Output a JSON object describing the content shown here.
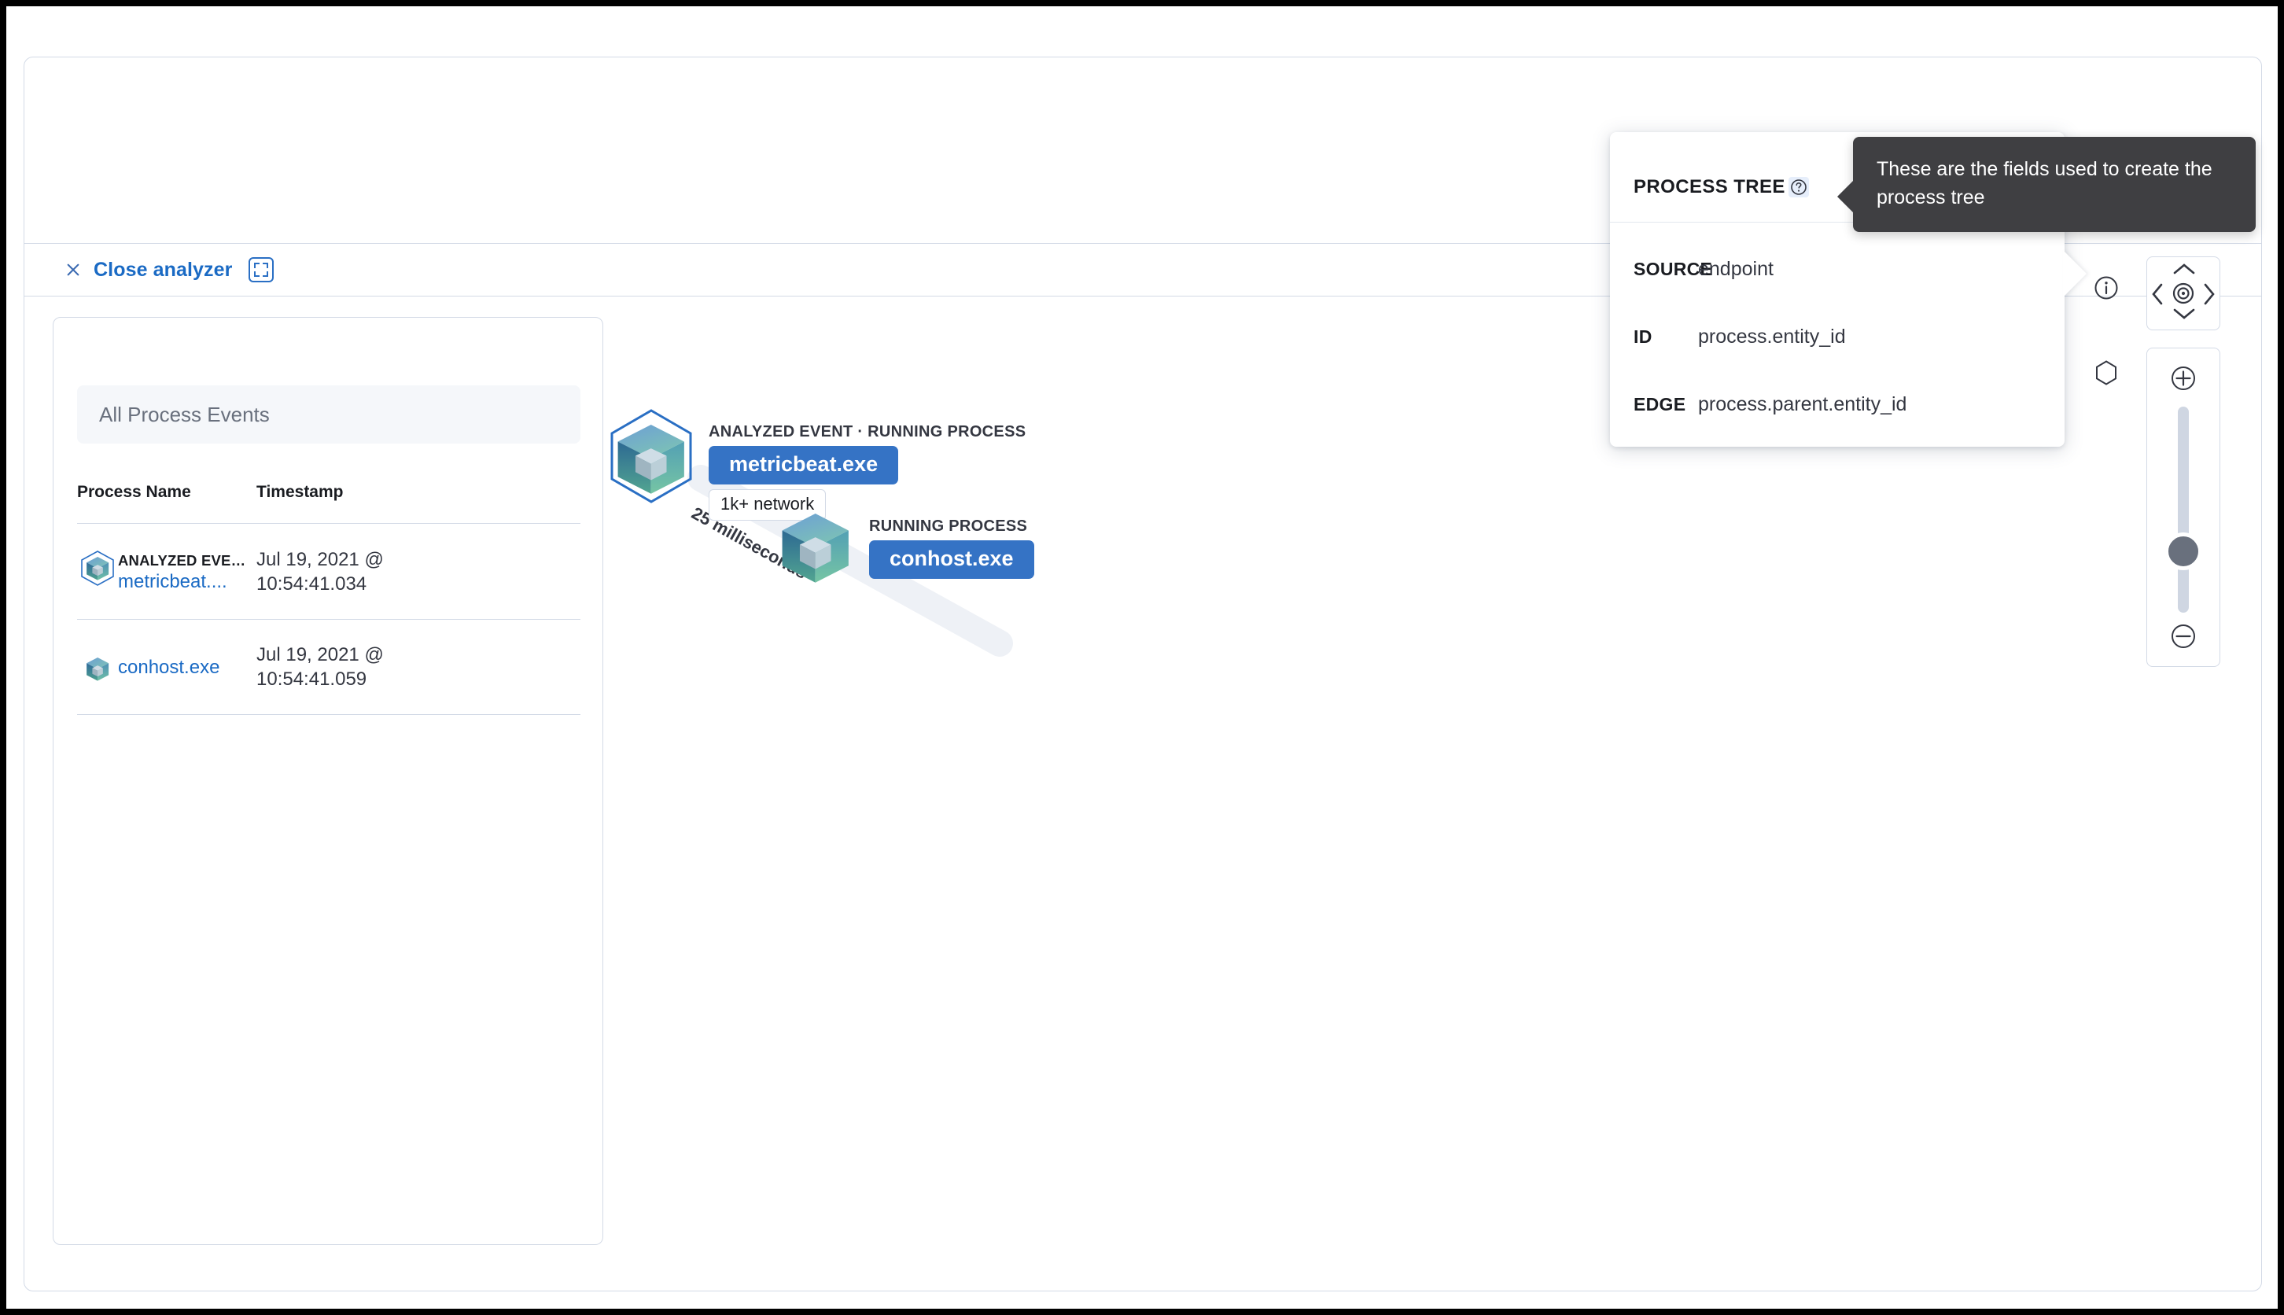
{
  "toolbar": {
    "close_analyzer_label": "Close analyzer",
    "close_icon": "close-icon",
    "fullscreen_icon": "fullscreen-icon"
  },
  "left_panel": {
    "search_placeholder": "All Process Events",
    "columns": [
      "Process Name",
      "Timestamp"
    ],
    "rows": [
      {
        "badge": "ANALYZED EVE…",
        "name": "metricbeat....",
        "timestamp_line1": "Jul 19, 2021 @",
        "timestamp_line2": "10:54:41.034"
      },
      {
        "badge": "",
        "name": "conhost.exe",
        "timestamp_line1": "Jul 19, 2021 @",
        "timestamp_line2": "10:54:41.059"
      }
    ]
  },
  "graph": {
    "nodes": [
      {
        "type_label": "ANALYZED EVENT · RUNNING PROCESS",
        "process_name": "metricbeat.exe",
        "sub_badge": "1k+ network",
        "icon": "process-cube-analyzed-icon"
      },
      {
        "type_label": "RUNNING PROCESS",
        "process_name": "conhost.exe",
        "sub_badge": "",
        "icon": "process-cube-icon"
      }
    ],
    "edge_label": "25 milliseconds"
  },
  "schema_popover": {
    "title": "PROCESS TREE",
    "help_icon": "question-mark-circle-icon",
    "rows": [
      {
        "key": "SOURCE",
        "value": "endpoint"
      },
      {
        "key": "ID",
        "value": "process.entity_id"
      },
      {
        "key": "EDGE",
        "value": "process.parent.entity_id"
      }
    ]
  },
  "tooltip": {
    "text": "These are the fields used to create the process tree"
  },
  "side_icons": [
    {
      "name": "info-circle-icon"
    },
    {
      "name": "hexagon-icon"
    }
  ],
  "controls": {
    "pan": {
      "up_icon": "chevron-up-icon",
      "down_icon": "chevron-down-icon",
      "left_icon": "chevron-left-icon",
      "right_icon": "chevron-right-icon",
      "center_icon": "crosshair-center-icon"
    },
    "zoom": {
      "in_icon": "plus-circle-icon",
      "out_icon": "minus-circle-icon",
      "slider_name": "zoom-slider"
    }
  },
  "colors": {
    "accent_blue": "#1a6ac4",
    "node_pill": "#3573c5",
    "border": "#d3dae6",
    "tooltip_bg": "#3f3f42",
    "text_dark": "#1a1c21",
    "text_muted": "#69707d"
  }
}
